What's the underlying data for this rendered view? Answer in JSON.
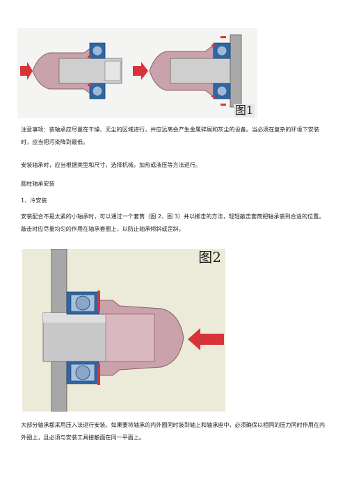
{
  "figure1": {
    "label": "图1"
  },
  "figure2": {
    "label": "图2"
  },
  "paragraphs": {
    "note": "注意事项：装轴承应尽量在干燥、无尘的区域进行，并应远离会产生金属碎屑和灰尘的设备。当必须在复杂的环境下安装时，应当把污染降到最低。",
    "method": "安装轴承时，应当根据类型和尺寸，选择机械，加热或液压等方法进行。",
    "heading": "圆柱轴承安装",
    "sub": "1、冷安装",
    "cold": "安装配合不是太紧的小轴承时，可以通过一个套筒（图 2、图 3）并以榔击的方法，轻轻敲击套筒把轴承装到合适的位置。敲击时应尽量均匀的作用在轴承套圈上，以防止轴承倾斜或歪斜。",
    "press": "大部分轴承都采用压入法进行安装。如果要将轴承的内外圈同时装到轴上和轴承座中，必须确保以相同的压力同时作用在内外圈上，且必须与安装工具接触面在同一平面上。"
  },
  "colors": {
    "arrow": "#d9333a",
    "sleeve": "#c9a2ab",
    "bearing": "#2e67a8",
    "shaft": "#c8c8c8",
    "housing": "#a9a9a9"
  }
}
